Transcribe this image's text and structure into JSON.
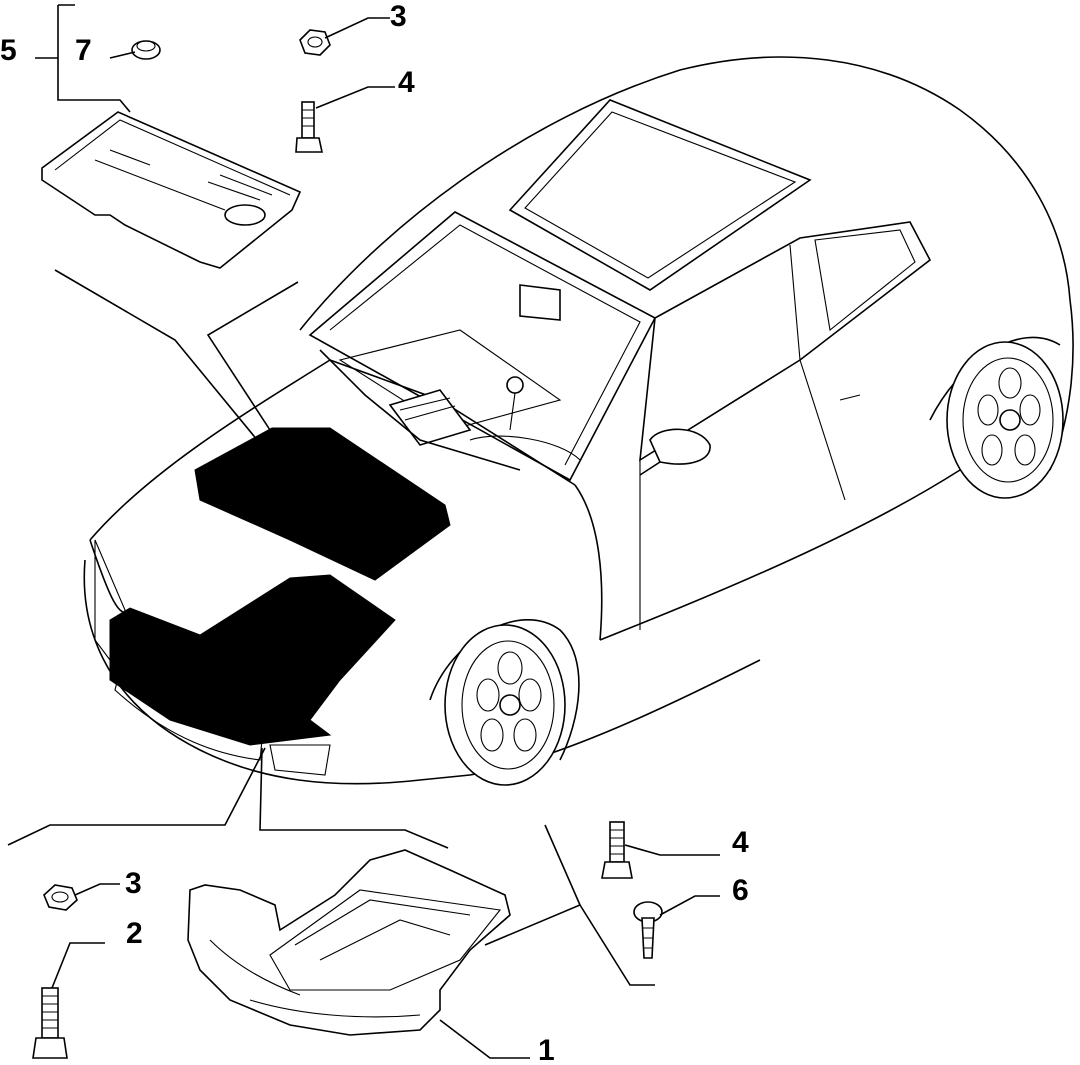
{
  "callouts": {
    "c1": "1",
    "c2": "2",
    "c3a": "3",
    "c3b": "3",
    "c4a": "4",
    "c4b": "4",
    "c5": "5",
    "c6": "6",
    "c7": "7"
  },
  "parts": [
    {
      "ref": "1",
      "name": "underbody-shield"
    },
    {
      "ref": "2",
      "name": "bolt-long"
    },
    {
      "ref": "3",
      "name": "hex-nut"
    },
    {
      "ref": "4",
      "name": "hex-bolt"
    },
    {
      "ref": "5",
      "name": "engine-cover"
    },
    {
      "ref": "6",
      "name": "flange-screw"
    },
    {
      "ref": "7",
      "name": "grommet"
    }
  ],
  "colors": {
    "line": "#000000",
    "insulation": "#000000",
    "background": "#ffffff"
  }
}
